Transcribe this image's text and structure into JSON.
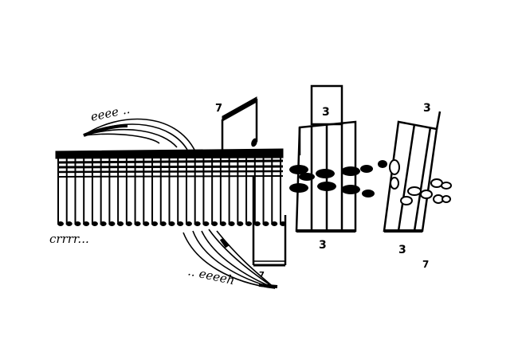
{
  "colors": {
    "ink": "#000000",
    "paper": "#ffffff"
  },
  "annotations": {
    "top_vocal": "eeee ..",
    "left_vocal": "crrrr...",
    "bottom_vocal": ".. eeeeh",
    "rest_top": "7",
    "rest_bottom": "7",
    "rest_right": "7",
    "triplet_top": "3",
    "triplet_middle": "3",
    "triplet_right_bottom": "3",
    "triplet_right_top": "3"
  },
  "comb_stem_count": 27
}
